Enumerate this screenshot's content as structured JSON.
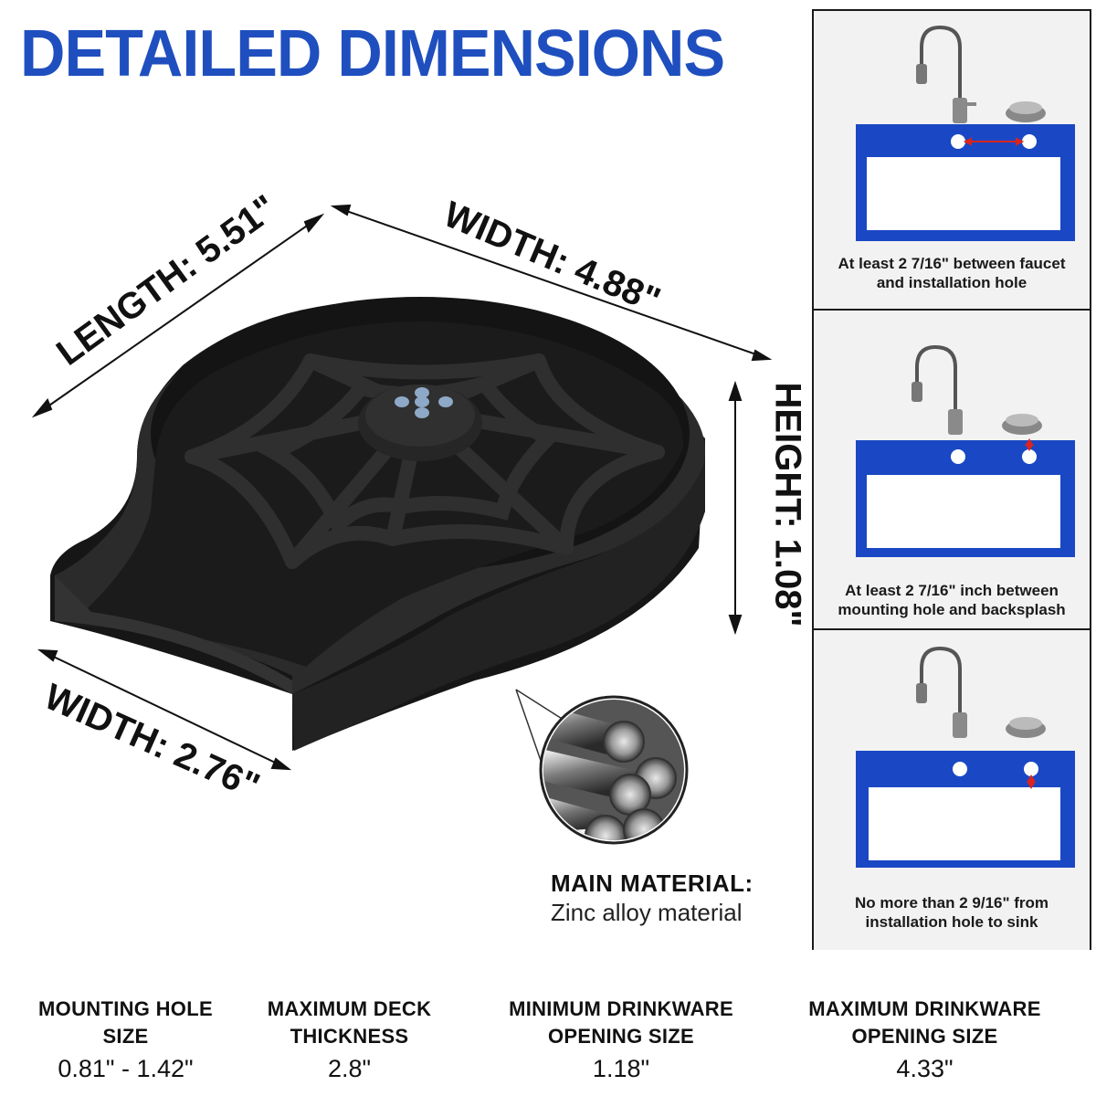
{
  "title": "DETAILED DIMENSIONS",
  "dimensions": {
    "length": "LENGTH: 5.51\"",
    "width_top": "WIDTH: 4.88\"",
    "height": "HEIGHT: 1.08\"",
    "width_bottom": "WIDTH: 2.76\""
  },
  "material": {
    "label": "MAIN MATERIAL:",
    "value": "Zinc alloy material"
  },
  "installation_panels": [
    {
      "caption_line1": "At least 2 7/16\" between faucet",
      "caption_line2": "and installation hole"
    },
    {
      "caption_line1": "At least 2 7/16\" inch between",
      "caption_line2": "mounting hole and backsplash"
    },
    {
      "caption_line1": "No more than 2 9/16\" from",
      "caption_line2": "installation hole to sink"
    }
  ],
  "specs": [
    {
      "label_line1": "MOUNTING HOLE",
      "label_line2": "SIZE",
      "value": "0.81\" - 1.42\""
    },
    {
      "label_line1": "MAXIMUM DECK",
      "label_line2": "THICKNESS",
      "value": "2.8\""
    },
    {
      "label_line1": "MINIMUM DRINKWARE",
      "label_line2": "OPENING SIZE",
      "value": "1.18\""
    },
    {
      "label_line1": "MAXIMUM DRINKWARE",
      "label_line2": "OPENING SIZE",
      "value": "4.33\""
    }
  ],
  "colors": {
    "title_blue": "#1f4fbf",
    "sink_blue": "#1a48c4",
    "product_black": "#1c1c1c",
    "arrow_red": "#d9241f"
  }
}
